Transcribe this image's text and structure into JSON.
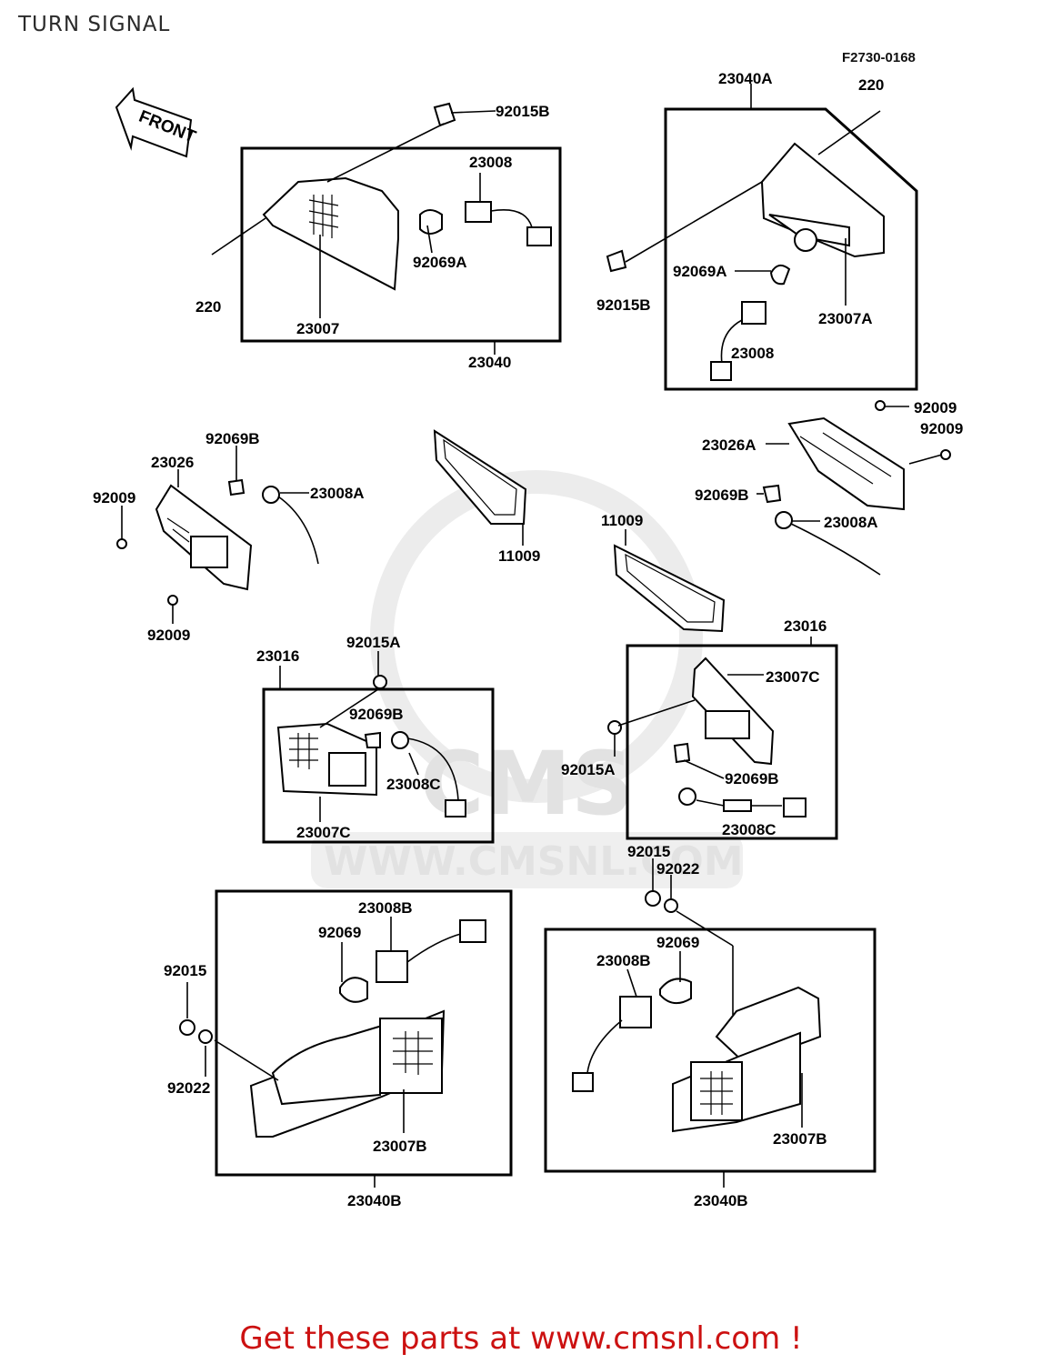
{
  "title": "TURN SIGNAL",
  "figure_code": "F2730-0168",
  "front_arrow_label": "FRONT",
  "watermark": {
    "brand": "CMS",
    "url": "WWW.CMSNL.COM"
  },
  "footer_text": "Get these parts at www.cmsnl.com !",
  "part_labels": {
    "l_92015B_a": "92015B",
    "l_23008_a": "23008",
    "l_92069A_a": "92069A",
    "l_220_a": "220",
    "l_23007": "23007",
    "l_23040": "23040",
    "l_23040A": "23040A",
    "l_220_b": "220",
    "l_92069A_b": "92069A",
    "l_92015B_b": "92015B",
    "l_23007A": "23007A",
    "l_23008_b": "23008",
    "l_92009_a": "92009",
    "l_92009_b": "92009",
    "l_23026A": "23026A",
    "l_92069B_a": "92069B",
    "l_23008A_a": "23008A",
    "l_92069B_b": "92069B",
    "l_23026": "23026",
    "l_23008A_b": "23008A",
    "l_92009_c": "92009",
    "l_92009_d": "92009",
    "l_11009_a": "11009",
    "l_11009_b": "11009",
    "l_23016_a": "23016",
    "l_92015A_a": "92015A",
    "l_92069B_c": "92069B",
    "l_23008C_a": "23008C",
    "l_23007C_a": "23007C",
    "l_23016_b": "23016",
    "l_23007C_b": "23007C",
    "l_92015A_b": "92015A",
    "l_92069B_d": "92069B",
    "l_23008C_b": "23008C",
    "l_92015_a": "92015",
    "l_92022_a": "92022",
    "l_23008B_a": "23008B",
    "l_92069_a": "92069",
    "l_92015_b": "92015",
    "l_92022_b": "92022",
    "l_23007B_a": "23007B",
    "l_23040B_a": "23040B",
    "l_92069_b": "92069",
    "l_23008B_b": "23008B",
    "l_23007B_b": "23007B",
    "l_23040B_b": "23040B"
  }
}
